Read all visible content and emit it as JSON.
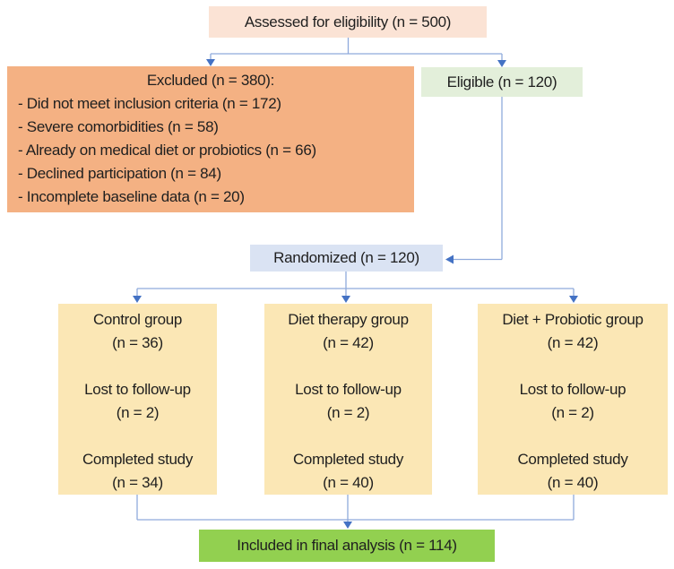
{
  "diagram": {
    "assessed": {
      "label": "Assessed for eligibility (n = 500)"
    },
    "excluded": {
      "title": "Excluded (n = 380):",
      "items": [
        "- Did not meet inclusion criteria (n = 172)",
        "- Severe comorbidities (n = 58)",
        "- Already on medical diet or probiotics (n = 66)",
        "- Declined participation (n = 84)",
        "- Incomplete baseline data (n = 20)"
      ]
    },
    "eligible": {
      "label": "Eligible (n = 120)"
    },
    "randomized": {
      "label": "Randomized (n = 120)"
    },
    "groups": [
      {
        "title": "Control group",
        "n": "(n = 36)",
        "lost_label": "Lost to follow-up",
        "lost_n": "(n = 2)",
        "completed_label": "Completed study",
        "completed_n": "(n = 34)"
      },
      {
        "title": "Diet therapy group",
        "n": "(n = 42)",
        "lost_label": "Lost to follow-up",
        "lost_n": "(n = 2)",
        "completed_label": "Completed study",
        "completed_n": "(n = 40)"
      },
      {
        "title": "Diet + Probiotic group",
        "n": "(n = 42)",
        "lost_label": "Lost to follow-up",
        "lost_n": "(n = 2)",
        "completed_label": "Completed study",
        "completed_n": "(n = 40)"
      }
    ],
    "final": {
      "label": "Included in final analysis (n = 114)"
    }
  },
  "colors": {
    "line": "#8faadc",
    "arrow": "#4472c4",
    "assessed_bg": "#fbe3d5",
    "excluded_bg": "#f4b183",
    "eligible_bg": "#e3efda",
    "randomized_bg": "#dae3f3",
    "group_bg": "#fbe7b5",
    "final_bg": "#92d050",
    "text": "#1f1f1f"
  }
}
